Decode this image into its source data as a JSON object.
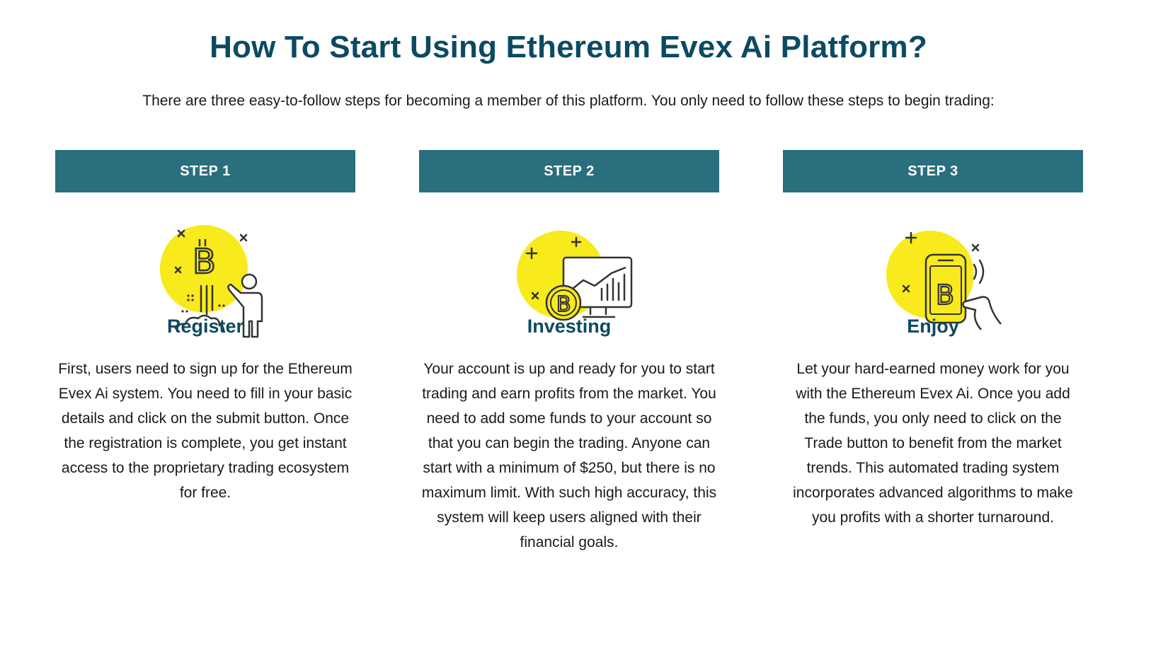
{
  "heading": "How To Start Using Ethereum Evex Ai Platform?",
  "intro": "There are three easy-to-follow steps for becoming a member of this platform. You only need to follow these steps to begin trading:",
  "colors": {
    "heading": "#0c4a63",
    "step_bar": "#2a6f7e",
    "illustration_accent": "#f8ea1c"
  },
  "steps": [
    {
      "label": "STEP 1",
      "icon": "bitcoin-person-pointing-icon",
      "title": "Register",
      "description": "First, users need to sign up for the Ethereum Evex Ai system. You need to fill in your basic details and click on the submit button. Once the registration is complete, you get instant access to the proprietary trading ecosystem for free."
    },
    {
      "label": "STEP 2",
      "icon": "bitcoin-chart-monitor-icon",
      "title": "Investing",
      "description": "Your account is up and ready for you to start trading and earn profits from the market. You need to add some funds to your account so that you can begin the trading. Anyone can start with a minimum of $250, but there is no maximum limit. With such high accuracy, this system will keep users aligned with their financial goals."
    },
    {
      "label": "STEP 3",
      "icon": "bitcoin-phone-tap-icon",
      "title": "Enjoy",
      "description": "Let your hard-earned money work for you with the Ethereum Evex Ai. Once you add the funds, you only need to click on the Trade button to benefit from the market trends. This automated trading system incorporates advanced algorithms to make you profits with a shorter turnaround."
    }
  ]
}
